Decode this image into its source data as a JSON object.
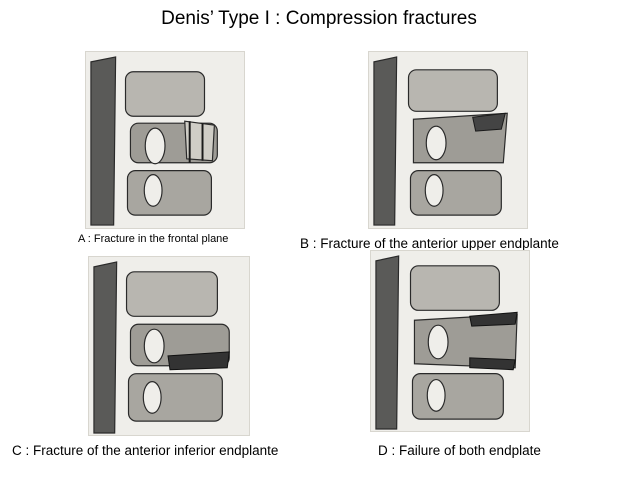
{
  "slide": {
    "title": "Denis’ Type I : Compression fractures"
  },
  "figures": [
    {
      "caption": "A : Fracture in the frontal plane",
      "illustration": "spine-lateral-sketch-fracture-frontal"
    },
    {
      "caption": "B : Fracture  of the anterior upper endplante",
      "illustration": "spine-lateral-sketch-fracture-upper-endplate"
    },
    {
      "caption": "C : Fracture of the anterior inferior endplante",
      "illustration": "spine-lateral-sketch-fracture-inferior-endplate"
    },
    {
      "caption": "D : Failure of both endplate",
      "illustration": "spine-lateral-sketch-failure-both-endplates"
    }
  ]
}
